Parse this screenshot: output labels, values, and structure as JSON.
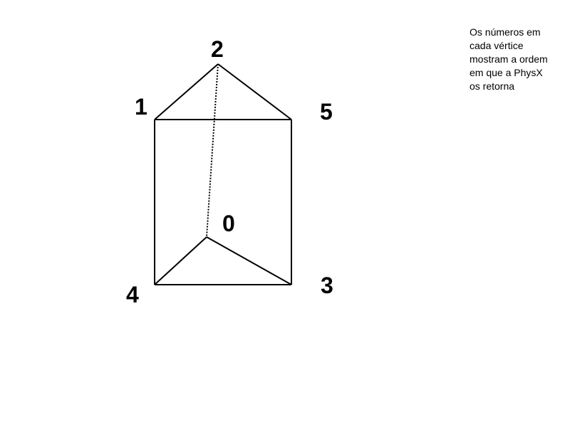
{
  "colors": {
    "background": "#ffffff",
    "stroke": "#000000",
    "text": "#000000"
  },
  "vertex_labels": {
    "v0": "0",
    "v1": "1",
    "v2": "2",
    "v3": "3",
    "v4": "4",
    "v5": "5"
  },
  "note": {
    "lines": [
      "Os números em",
      "cada vértice",
      "mostram a ordem",
      "em que a PhysX",
      "os retorna"
    ]
  }
}
